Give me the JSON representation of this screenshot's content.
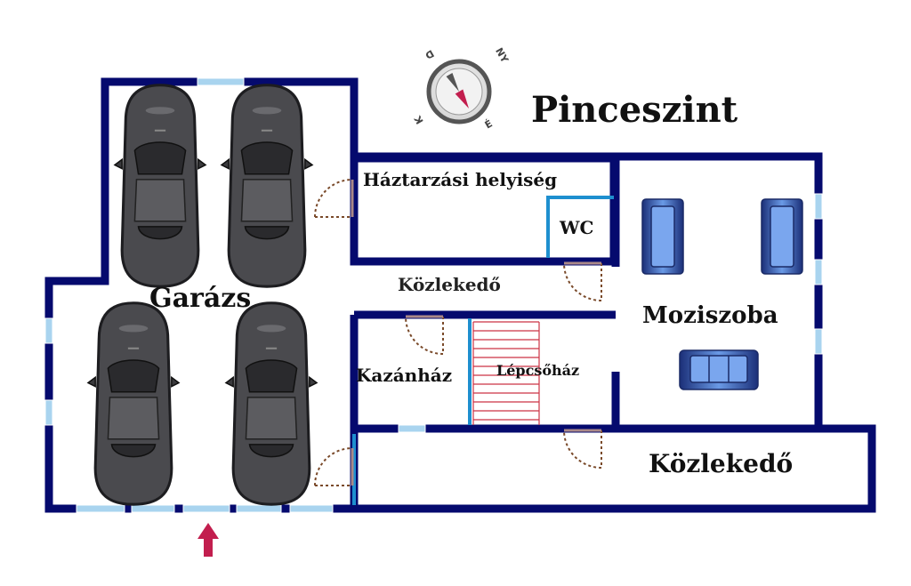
{
  "title": "Pinceszint",
  "rooms": {
    "garage": "Garázs",
    "household": "Háztarzási helyiség",
    "wc": "WC",
    "corridor_upper": "Közlekedő",
    "cinema": "Moziszoba",
    "boiler": "Kazánház",
    "stairs": "Lépcsőház",
    "corridor_lower": "Közlekedő"
  },
  "compass": {
    "labels": [
      "É",
      "NY",
      "K",
      "D"
    ]
  },
  "colors": {
    "wall": "#050a6e",
    "window": "#a9d4ef",
    "partition": "#1e8fcf",
    "stairs": "#cc3344",
    "door_arc": "#7a4a2a",
    "entrance_arrow": "#c21e4e",
    "sofa": "#4d7fd1",
    "car": "#4a4a4e"
  }
}
